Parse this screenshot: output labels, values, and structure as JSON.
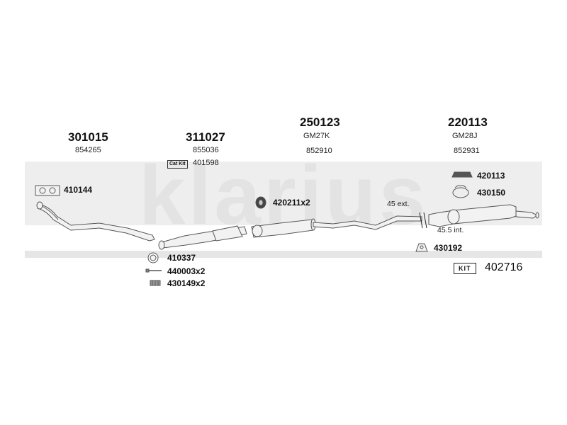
{
  "brand": {
    "watermark": "klarius"
  },
  "kit": {
    "badge": "KIT",
    "number": "402716"
  },
  "sections": [
    {
      "part": "301015",
      "ref": "854265"
    },
    {
      "part": "311027",
      "ref": "855036"
    },
    {
      "part": "250123",
      "code": "GM27K",
      "ref": "852910"
    },
    {
      "part": "220113",
      "code": "GM28J",
      "ref": "852931"
    }
  ],
  "catkit": {
    "badge": "Cat Kit",
    "number": "401598"
  },
  "parts": {
    "gasket_front": "410144",
    "ring_gasket": "410337",
    "bolt": "440003x2",
    "spring": "430149x2",
    "hanger_rubber": "420211x2",
    "mount_rubber": "420113",
    "clamp_ring": "430150",
    "mount_bracket": "430192"
  },
  "notes": {
    "ext": "45 ext.",
    "int": "45.5 int."
  }
}
